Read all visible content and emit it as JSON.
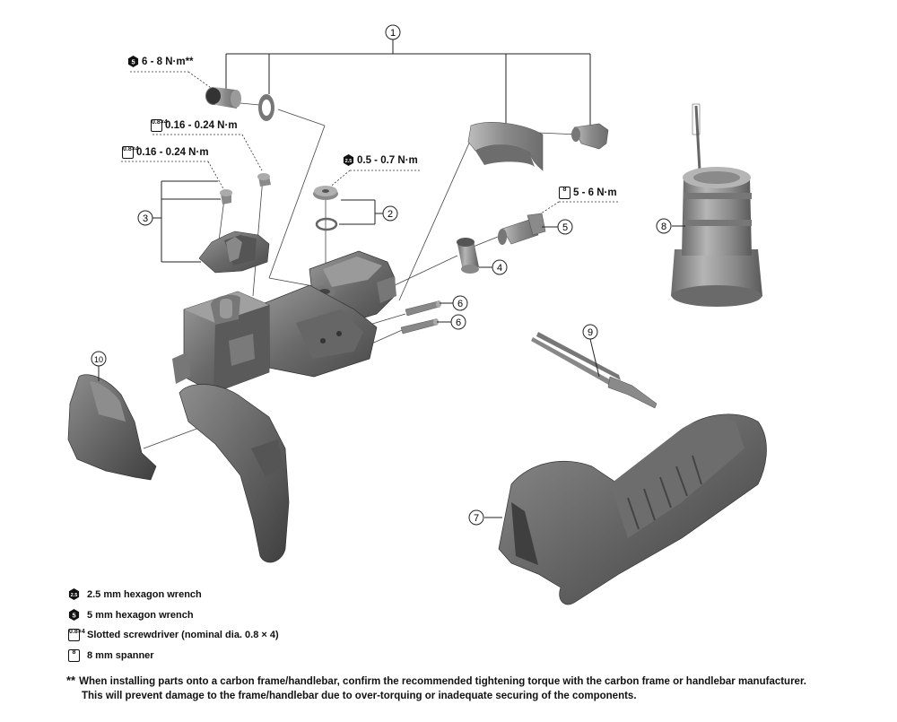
{
  "callouts": [
    "1",
    "2",
    "3",
    "4",
    "5",
    "6",
    "6",
    "7",
    "8",
    "9",
    "10"
  ],
  "torques": {
    "t_5mm": "6 - 8 N·m**",
    "t_slot_upper": "0.16 - 0.24 N·m",
    "t_slot_lower": "0.16 - 0.24 N·m",
    "t_25mm": "0.5 - 0.7 N·m",
    "t_8mm": "5 - 6 N·m"
  },
  "tool_icons": {
    "hex_25": "2.5",
    "hex_5": "5",
    "slot": "0.8×4",
    "spanner": "8"
  },
  "legend": [
    {
      "icon": "2.5",
      "text": "2.5 mm hexagon wrench"
    },
    {
      "icon": "5",
      "text": "5 mm hexagon wrench"
    },
    {
      "icon": "0.8×4",
      "text": "Slotted screwdriver  (nominal dia. 0.8 × 4)"
    },
    {
      "icon": "8",
      "text": "8 mm spanner"
    }
  ],
  "note": {
    "marker": "**",
    "line1": "When installing parts onto a carbon frame/handlebar, confirm the recommended tightening torque with the carbon frame or handlebar manufacturer.",
    "line2": "This will prevent damage to the frame/handlebar due to over-torquing or inadequate securing of the components."
  }
}
